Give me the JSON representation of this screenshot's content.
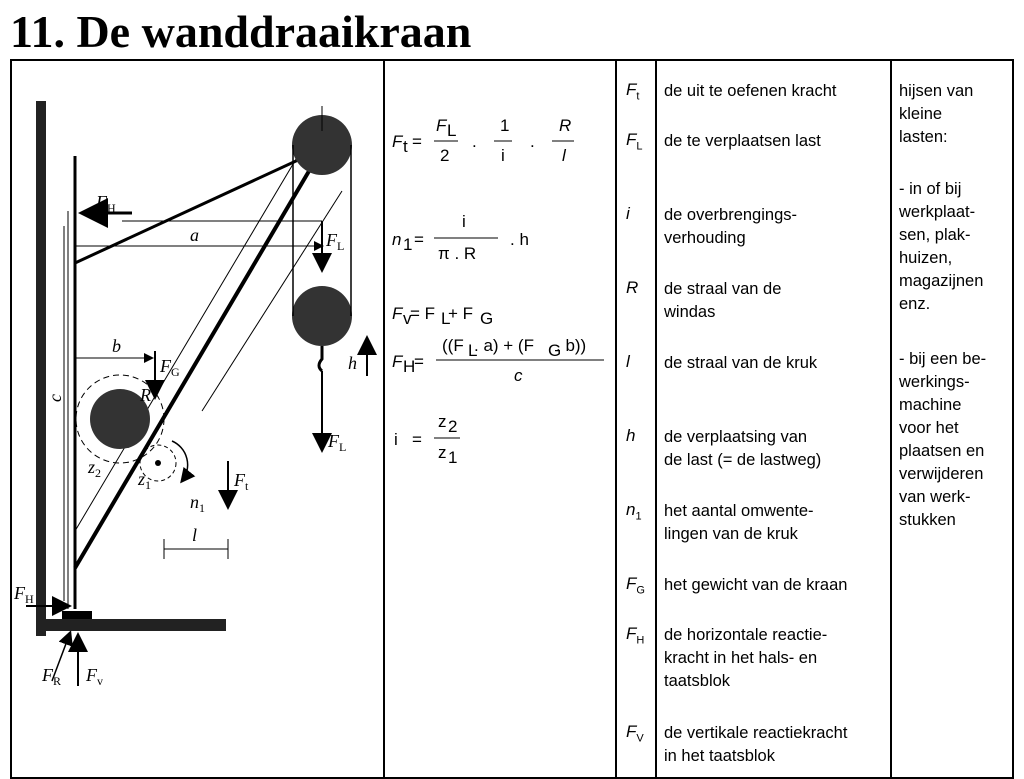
{
  "title": "11. De wanddraaikraan",
  "formulas": {
    "f1": {
      "lhs": "F",
      "lhs_sub": "t",
      "eq": "=",
      "n1": "F",
      "n1_sub": "L",
      "d1": "2",
      "dot": ".",
      "n2": "1",
      "d2": "i",
      "n3": "R",
      "d3": "l"
    },
    "f2": {
      "lhs": "n",
      "lhs_sub": "1",
      "eq": "=",
      "num": "i",
      "den": "π  .  R",
      "tail": ".  h"
    },
    "f3": {
      "text": "F",
      "sub": "v",
      "rest": " = F",
      "sub2": "L",
      "rest2": " + F",
      "sub3": "G"
    },
    "f4": {
      "lhs": "F",
      "lhs_sub": "H",
      "eq": "=",
      "num": "((F",
      "num_sub1": "L",
      "num_mid": " . a) + (F",
      "num_sub2": "G",
      "num_end": " . b))",
      "den": "c"
    },
    "f5": {
      "lhs": "i",
      "eq": "=",
      "num": "z",
      "num_sub": "2",
      "den": "z",
      "den_sub": "1"
    }
  },
  "legend": [
    {
      "symbol": "F",
      "sub": "t",
      "description": "de uit te oefenen kracht"
    },
    {
      "symbol": "F",
      "sub": "L",
      "description": "de te verplaatsen last"
    },
    {
      "symbol": "i",
      "sub": "",
      "description": "de overbrengings-\nverhouding"
    },
    {
      "symbol": "R",
      "sub": "",
      "description": "de straal van de\nwindas"
    },
    {
      "symbol": "l",
      "sub": "",
      "description": "de straal van de kruk"
    },
    {
      "symbol": "h",
      "sub": "",
      "description": "de verplaatsing van\nde last (= de lastweg)"
    },
    {
      "symbol": "n",
      "sub": "1",
      "description": "het aantal omwente-\nlingen van de kruk"
    },
    {
      "symbol": "F",
      "sub": "G",
      "description": "het gewicht van de kraan"
    },
    {
      "symbol": "F",
      "sub": "H",
      "description": "de horizontale reactie-\nkracht in het hals- en\ntaatsblok"
    },
    {
      "symbol": "F",
      "sub": "V",
      "description": "de vertikale reactiekracht\nin het taatsblok"
    }
  ],
  "notes": [
    "hijsen van\nkleine\nlasten:",
    "- in of bij\nwerkplaat-\nsen, plak-\nhuizen,\nmagazijnen\nenz.",
    "- bij een be-\nwerkings-\nmachine\nvoor het\nplaatsen en\nverwijderen\nvan werk-\nstukken"
  ],
  "diagram_labels": {
    "FH_top": "F",
    "FH_top_sub": "H",
    "a": "a",
    "FL_top": "F",
    "FL_top_sub": "L",
    "b": "b",
    "FG": "F",
    "FG_sub": "G",
    "R": "R",
    "c": "c",
    "h": "h",
    "FL_bottom": "F",
    "FL_bottom_sub": "L",
    "z2": "z",
    "z2_sub": "2",
    "z1": "z",
    "z1_sub": "1",
    "Ft": "F",
    "Ft_sub": "t",
    "n1": "n",
    "n1_sub": "1",
    "l": "l",
    "FH_bottom": "F",
    "FH_bottom_sub": "H",
    "FR": "F",
    "FR_sub": "R",
    "Fv": "F",
    "Fv_sub": "v"
  }
}
